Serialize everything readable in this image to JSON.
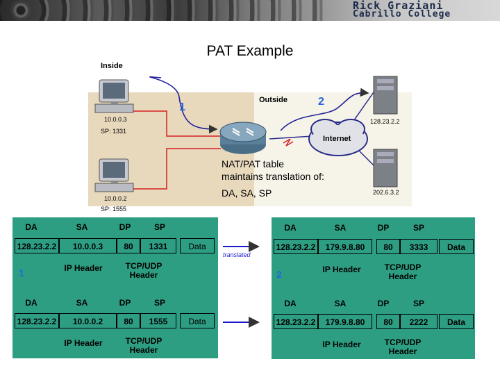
{
  "banner": {
    "line1": "Rick Graziani",
    "line2": "Cabrillo College"
  },
  "title": "PAT Example",
  "network": {
    "inside_label": "Inside",
    "outside_label": "Outside",
    "internet_label": "Internet",
    "host1_ip": "10.0.0.3",
    "host1_sp": "SP: 1331",
    "host2_ip": "10.0.0.2",
    "host2_sp": "SP: 1555",
    "server1_ip": "128.23.2.2",
    "server2_ip": "202.6.3.2",
    "arrow1_label": "1",
    "arrow2_label": "2",
    "nat_note_line1": "NAT/PAT table",
    "nat_note_line2": "maintains translation of:",
    "nat_note_line3": "DA, SA, SP"
  },
  "headers": {
    "da": "DA",
    "sa": "SA",
    "dp": "DP",
    "sp": "SP",
    "data": "Data",
    "ip_header": "IP Header",
    "tcp_header_line1": "TCP/UDP",
    "tcp_header_line2": "Header"
  },
  "translated_label": "translated",
  "left_table_marker": "1",
  "right_table_marker": "2",
  "packets": {
    "left_top": [
      "128.23.2.2",
      "10.0.0.3",
      "80",
      "1331",
      "Data"
    ],
    "left_bottom": [
      "128.23.2.2",
      "10.0.0.2",
      "80",
      "1555",
      "Data"
    ],
    "right_top": [
      "128.23.2.2",
      "179.9.8.80",
      "80",
      "3333",
      "Data"
    ],
    "right_bottom": [
      "128.23.2.2",
      "179.9.8.80",
      "80",
      "2222",
      "Data"
    ]
  },
  "colors": {
    "table_bg": "#2e9e82",
    "net_bg": "#e8d9bd",
    "inside_link": "#d42020",
    "outside_link": "#2a2a8a",
    "arrow": "#1a1acc"
  }
}
